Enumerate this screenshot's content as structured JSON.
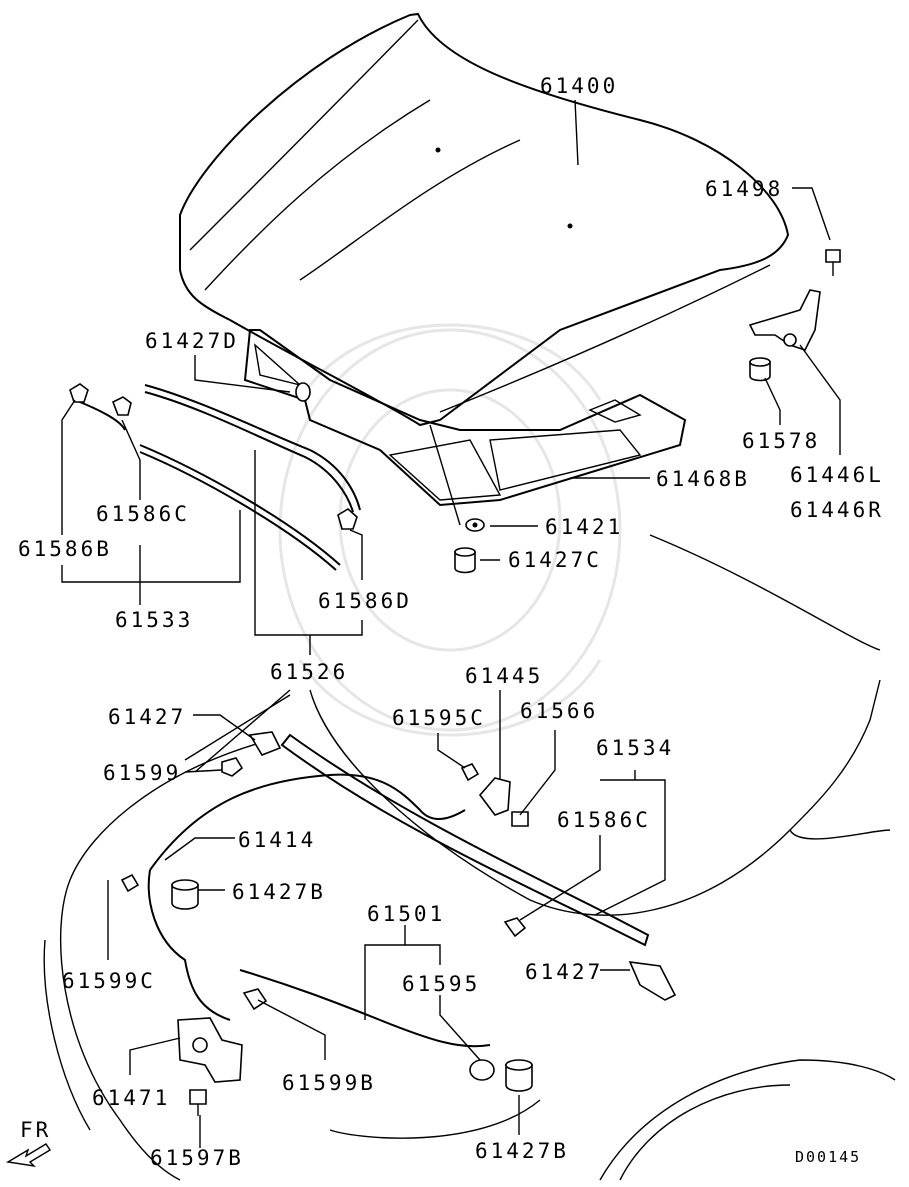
{
  "labels": {
    "l61400": "61400",
    "l61498": "61498",
    "l61427D": "61427D",
    "l61578": "61578",
    "l61446L": "61446L",
    "l61446R": "61446R",
    "l61468B": "61468B",
    "l61586C_a": "61586C",
    "l61586B": "61586B",
    "l61421": "61421",
    "l61427C": "61427C",
    "l61533": "61533",
    "l61586D": "61586D",
    "l61526": "61526",
    "l61445": "61445",
    "l61427_a": "61427",
    "l61595C": "61595C",
    "l61566": "61566",
    "l61534": "61534",
    "l61599": "61599",
    "l61586C_b": "61586C",
    "l61414": "61414",
    "l61427B_a": "61427B",
    "l61501": "61501",
    "l61599C": "61599C",
    "l61427_b": "61427",
    "l61595": "61595",
    "l61471": "61471",
    "l61599B": "61599B",
    "l61597B": "61597B",
    "l61427B_b": "61427B",
    "front": "FR",
    "code": "D00145"
  },
  "icons": {
    "front_arrow": "front-direction-arrow-icon"
  }
}
